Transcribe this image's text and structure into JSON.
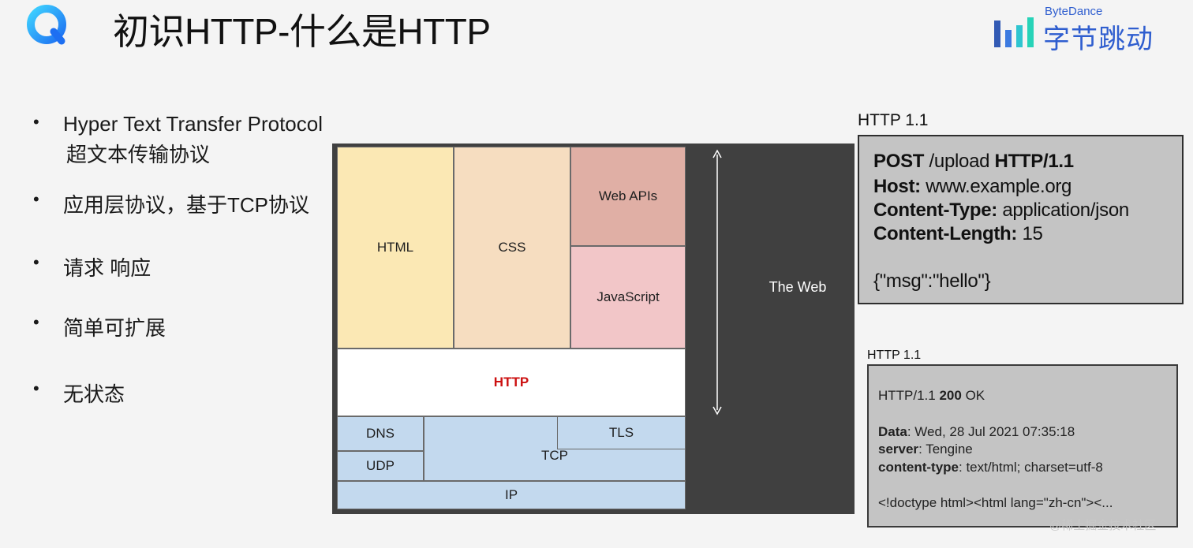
{
  "header": {
    "title": "初识HTTP-什么是HTTP",
    "brand_en": "ByteDance",
    "brand_zh": "字节跳动"
  },
  "bullets": [
    {
      "text": "Hyper Text Transfer Protocol",
      "sub": "超文本传输协议"
    },
    {
      "text": "应用层协议，基于TCP协议"
    },
    {
      "text": "请求 响应"
    },
    {
      "text": "简单可扩展"
    },
    {
      "text": "无状态"
    }
  ],
  "diagram": {
    "html": "HTML",
    "css": "CSS",
    "web_apis": "Web APIs",
    "javascript": "JavaScript",
    "http": "HTTP",
    "dns": "DNS",
    "tls": "TLS",
    "tcp": "TCP",
    "udp": "UDP",
    "ip": "IP",
    "the_web": "The Web"
  },
  "request": {
    "label": "HTTP 1.1",
    "line1_method": "POST",
    "line1_path": " /upload ",
    "line1_version": "HTTP/1.1",
    "host_key": "Host:",
    "host_val": " www.example.org",
    "ctype_key": "Content-Type:",
    "ctype_val": " application/json",
    "clen_key": "Content-Length:",
    "clen_val": " 15",
    "body": "{\"msg\":\"hello\"}"
  },
  "response": {
    "label": "HTTP 1.1",
    "status_version": "HTTP/1.1 ",
    "status_code": "200",
    "status_text": " OK",
    "date_key": "Data",
    "date_val": ": Wed, 28 Jul 2021 07:35:18",
    "server_key": "server",
    "server_val": ": Tengine",
    "ctype_key": "content-type",
    "ctype_val": ": text/html; charset=utf-8",
    "body": "<!doctype html><html lang=\"zh-cn\"><..."
  },
  "watermark": "@稀土掘金技术社区",
  "colors": {
    "html": "#fbe8b4",
    "css": "#f6ddc0",
    "web_apis": "#e0afa5",
    "javascript": "#f2c6c8",
    "http_text": "#cc1111",
    "network": "#c3d9ee",
    "brand": "#2f5ecf"
  }
}
